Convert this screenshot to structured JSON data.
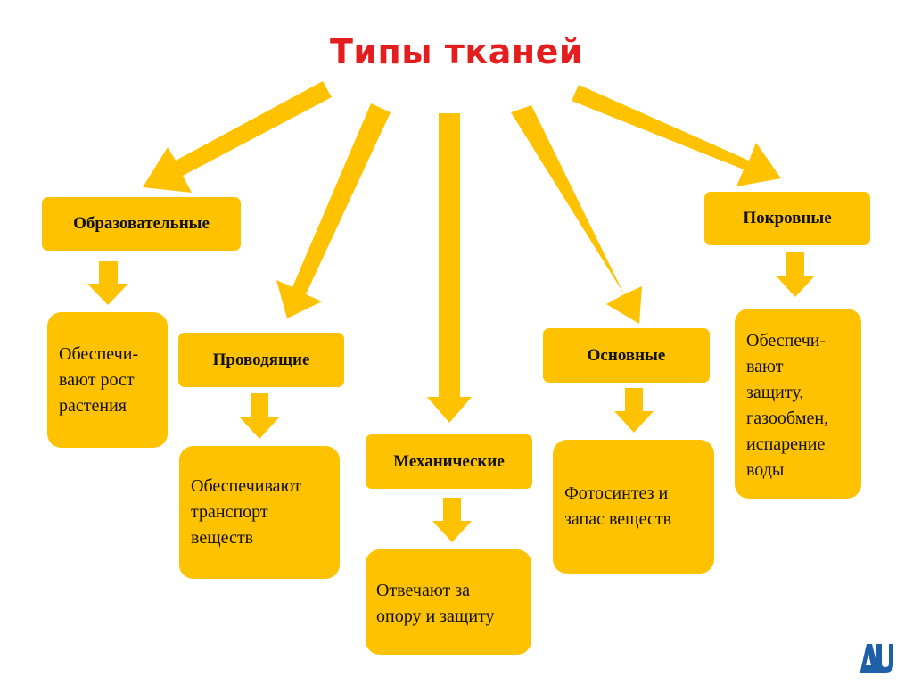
{
  "title": "Типы тканей",
  "colors": {
    "title": "#e41e1e",
    "box": "#fec200",
    "arrow": "#fec200",
    "logo": "#1f5fa8"
  },
  "tissues": [
    {
      "name": "Образовательные",
      "function": "Обеспечи-\nвают рост\nрастения"
    },
    {
      "name": "Проводящие",
      "function": "Обеспечивают\nтранспорт\nвеществ"
    },
    {
      "name": "Механические",
      "function": "Отвечают за\nопору и защиту"
    },
    {
      "name": "Основные",
      "function": "Фотосинтез и\nзапас веществ"
    },
    {
      "name": "Покровные",
      "function": "Обеспечи-\nвают\nзащиту,\nгазообмен,\nиспарение\nводы"
    }
  ],
  "logo_icon": "au-logo-icon"
}
